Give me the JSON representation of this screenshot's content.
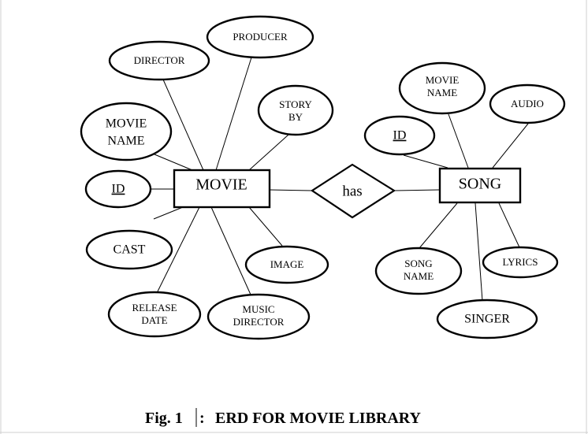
{
  "figure": {
    "caption_prefix": "Fig. 1",
    "caption_separator": ":",
    "caption_title": "ERD FOR MOVIE LIBRARY"
  },
  "entities": {
    "movie": "MOVIE",
    "song": "SONG"
  },
  "relationship": {
    "label": "has"
  },
  "movie_attributes": {
    "producer": "PRODUCER",
    "director": "DIRECTOR",
    "story_by": [
      "STORY",
      "BY"
    ],
    "movie_name": [
      "MOVIE",
      "NAME"
    ],
    "id": "ID",
    "cast": "CAST",
    "image": "IMAGE",
    "release_date": [
      "RELEASE",
      "DATE"
    ],
    "music_director": [
      "MUSIC",
      "DIRECTOR"
    ]
  },
  "song_attributes": {
    "movie_name": [
      "MOVIE",
      "NAME"
    ],
    "audio": "AUDIO",
    "id": "ID",
    "song_name": [
      "SONG",
      "NAME"
    ],
    "lyrics": "LYRICS",
    "singer": "SINGER"
  }
}
